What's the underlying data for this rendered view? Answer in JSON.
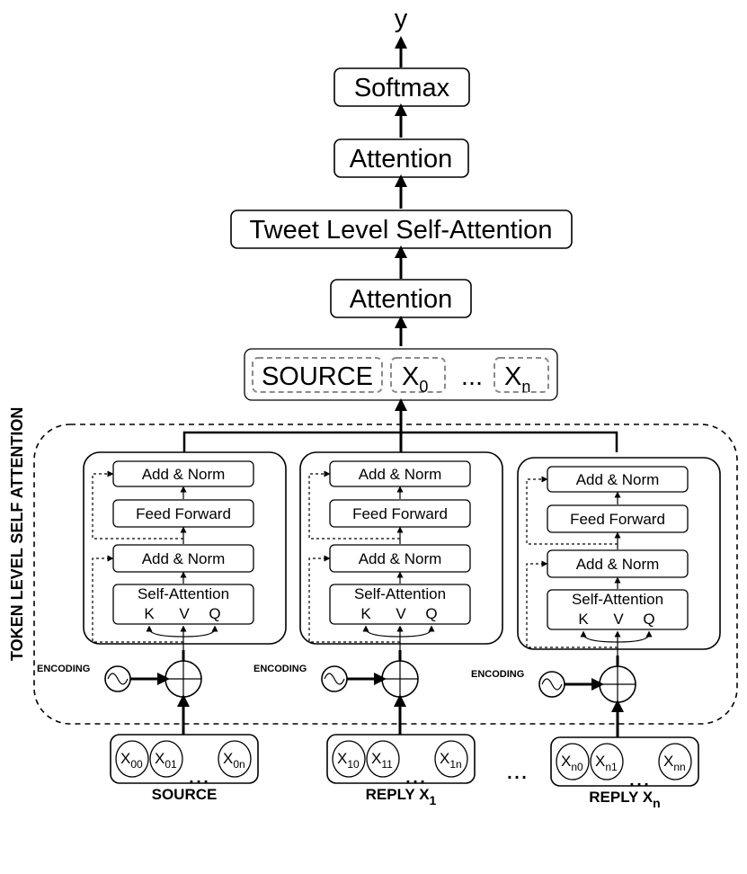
{
  "output_label": "y",
  "top_stack": {
    "softmax": "Softmax",
    "attention_top": "Attention",
    "tweet_level": "Tweet Level Self-Attention",
    "attention_bottom": "Attention"
  },
  "concat": {
    "source": "SOURCE",
    "x0_base": "X",
    "x0_sub": "0",
    "ellipsis": "...",
    "xn_base": "X",
    "xn_sub": "n"
  },
  "side_label": "TOKEN LEVEL SELF ATTENTION",
  "encoder": {
    "add_norm": "Add & Norm",
    "feed_forward": "Feed Forward",
    "self_attention": "Self-Attention",
    "k": "K",
    "v": "V",
    "q": "Q",
    "encoding": "ENCODING"
  },
  "inputs": [
    {
      "tokens": [
        {
          "base": "X",
          "sub": "00"
        },
        {
          "base": "X",
          "sub": "01"
        },
        {
          "base": "X",
          "sub": "0n"
        }
      ],
      "label_base": "SOURCE",
      "label_sub": ""
    },
    {
      "tokens": [
        {
          "base": "X",
          "sub": "10"
        },
        {
          "base": "X",
          "sub": "11"
        },
        {
          "base": "X",
          "sub": "1n"
        }
      ],
      "label_base": "REPLY X",
      "label_sub": "1"
    },
    {
      "tokens": [
        {
          "base": "X",
          "sub": "n0"
        },
        {
          "base": "X",
          "sub": "n1"
        },
        {
          "base": "X",
          "sub": "nn"
        }
      ],
      "label_base": "REPLY X",
      "label_sub": "n"
    }
  ],
  "token_ellipsis": "...",
  "between_ellipsis": "..."
}
